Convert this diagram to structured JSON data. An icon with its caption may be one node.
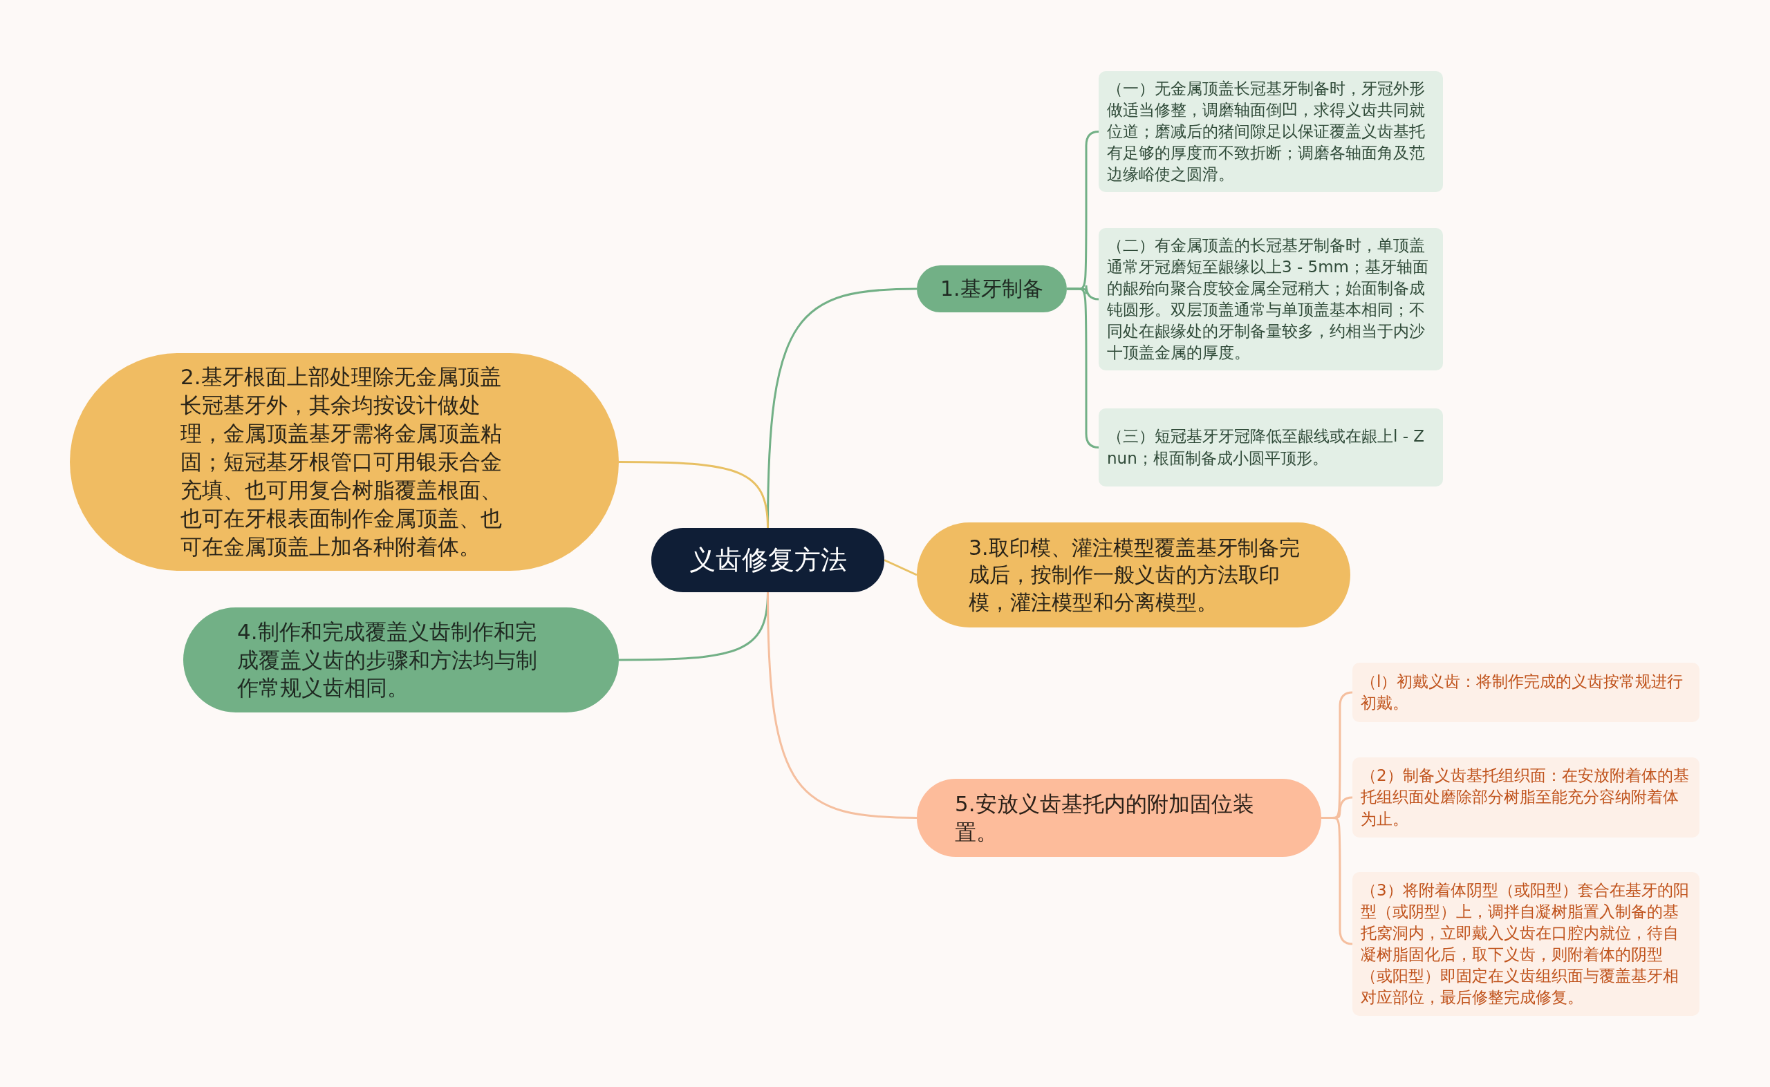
{
  "diagram": {
    "nodes": [
      {
        "text": [
          "义齿修复方法"
        ]
      },
      {
        "text": [
          "1.基牙制备"
        ]
      },
      {
        "text": [
          "（一）无金属顶盖长冠基牙制备时，牙冠外形做适当修整，调磨轴面倒凹，求得义齿共同就位道；磨减后的猪间隙足以保证覆盖义齿基托有足够的厚度而不致折断；调磨各轴面角及范边缘峪使之圆滑。"
        ]
      },
      {
        "text": [
          "（二）有金属顶盖的长冠基牙制备时，单顶盖通常牙冠磨短至龈缘以上3 - 5mm；基牙轴面的龈殆向聚合度较金属全冠稍大；始面制备成钝圆形。双层顶盖通常与单顶盖基本相同；不同处在龈缘处的牙制备量较多，约相当于内沙十顶盖金属的厚度。"
        ]
      },
      {
        "text": [
          "（三）短冠基牙牙冠降低至龈线或在龈上l - Z nun；根面制备成小圆平顶形。"
        ]
      },
      {
        "text": [
          "2.基牙根面上部处理除无金属顶盖长冠基牙外，其余均按设计做处理，金属顶盖基牙需将金属顶盖粘固；短冠基牙根管口可用银汞合金充填、也可用复合树脂覆盖根面、也可在牙根表面制作金属顶盖、也可在金属顶盖上加各种附着体。"
        ]
      },
      {
        "text": [
          "3.取印模、灌注模型覆盖基牙制备完成后，按制作一般义齿的方法取印模，灌注模型和分离模型。"
        ]
      },
      {
        "text": [
          "4.制作和完成覆盖义齿制作和完成覆盖义齿的步骤和方法均与制作常规义齿相同。"
        ]
      },
      {
        "text": [
          "5.安放义齿基托内的附加固位装置。"
        ]
      },
      {
        "text": [
          "（l）初戴义齿：将制作完成的义齿按常规进行初戴。"
        ]
      },
      {
        "text": [
          "（2）制备义齿基托组织面：在安放附着体的基托组织面处磨除部分树脂至能充分容纳附着体为止。"
        ]
      },
      {
        "text": [
          "（3）将附着体阴型（或阳型）套合在基牙的阳型（或阴型）上，调拌自凝树脂置入制备的基托窝洞内，立即戴入义齿在口腔内就位，待自凝树脂固化后，取下义齿，则附着体的阴型（或阳型）即固定在义齿组织面与覆盖基牙相对应部位，最后修整完成修复。"
        ]
      }
    ],
    "edges": [
      {
        "from": 0,
        "to": 1,
        "arrow": "none"
      },
      {
        "from": 1,
        "to": 2,
        "arrow": "none"
      },
      {
        "from": 1,
        "to": 3,
        "arrow": "none"
      },
      {
        "from": 1,
        "to": 4,
        "arrow": "none"
      },
      {
        "from": 0,
        "to": 5,
        "arrow": "none",
        "color": "#e8c063"
      },
      {
        "from": 0,
        "to": 6,
        "arrow": "none",
        "color": "#e8c063"
      },
      {
        "from": 0,
        "to": 7,
        "arrow": "none"
      },
      {
        "from": 0,
        "to": 8,
        "arrow": "none",
        "color": "#f5bf9f"
      },
      {
        "from": 8,
        "to": 9,
        "arrow": "none",
        "color": "#f5bf9f"
      },
      {
        "from": 8,
        "to": 10,
        "arrow": "none",
        "color": "#f5bf9f"
      },
      {
        "from": 8,
        "to": 11,
        "arrow": "none",
        "color": "#f5bf9f"
      }
    ]
  }
}
